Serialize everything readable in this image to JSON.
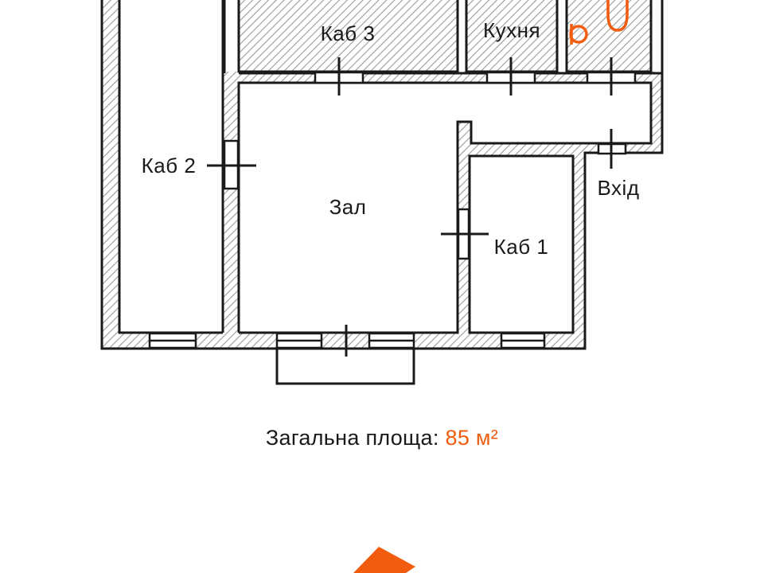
{
  "colors": {
    "accent": "#f25c0f",
    "wall": "#1a1a1a",
    "hatch": "#9a9a9a"
  },
  "rooms": {
    "kab3": "Каб 3",
    "kitchen": "Кухня",
    "kab2": "Каб 2",
    "hall": "Зал",
    "kab1": "Каб 1",
    "entrance": "Вхід"
  },
  "area": {
    "label": "Загальна площа:",
    "value": "85 м²"
  },
  "icons": [
    "toilet-icon",
    "sink-icon",
    "logo-icon"
  ]
}
